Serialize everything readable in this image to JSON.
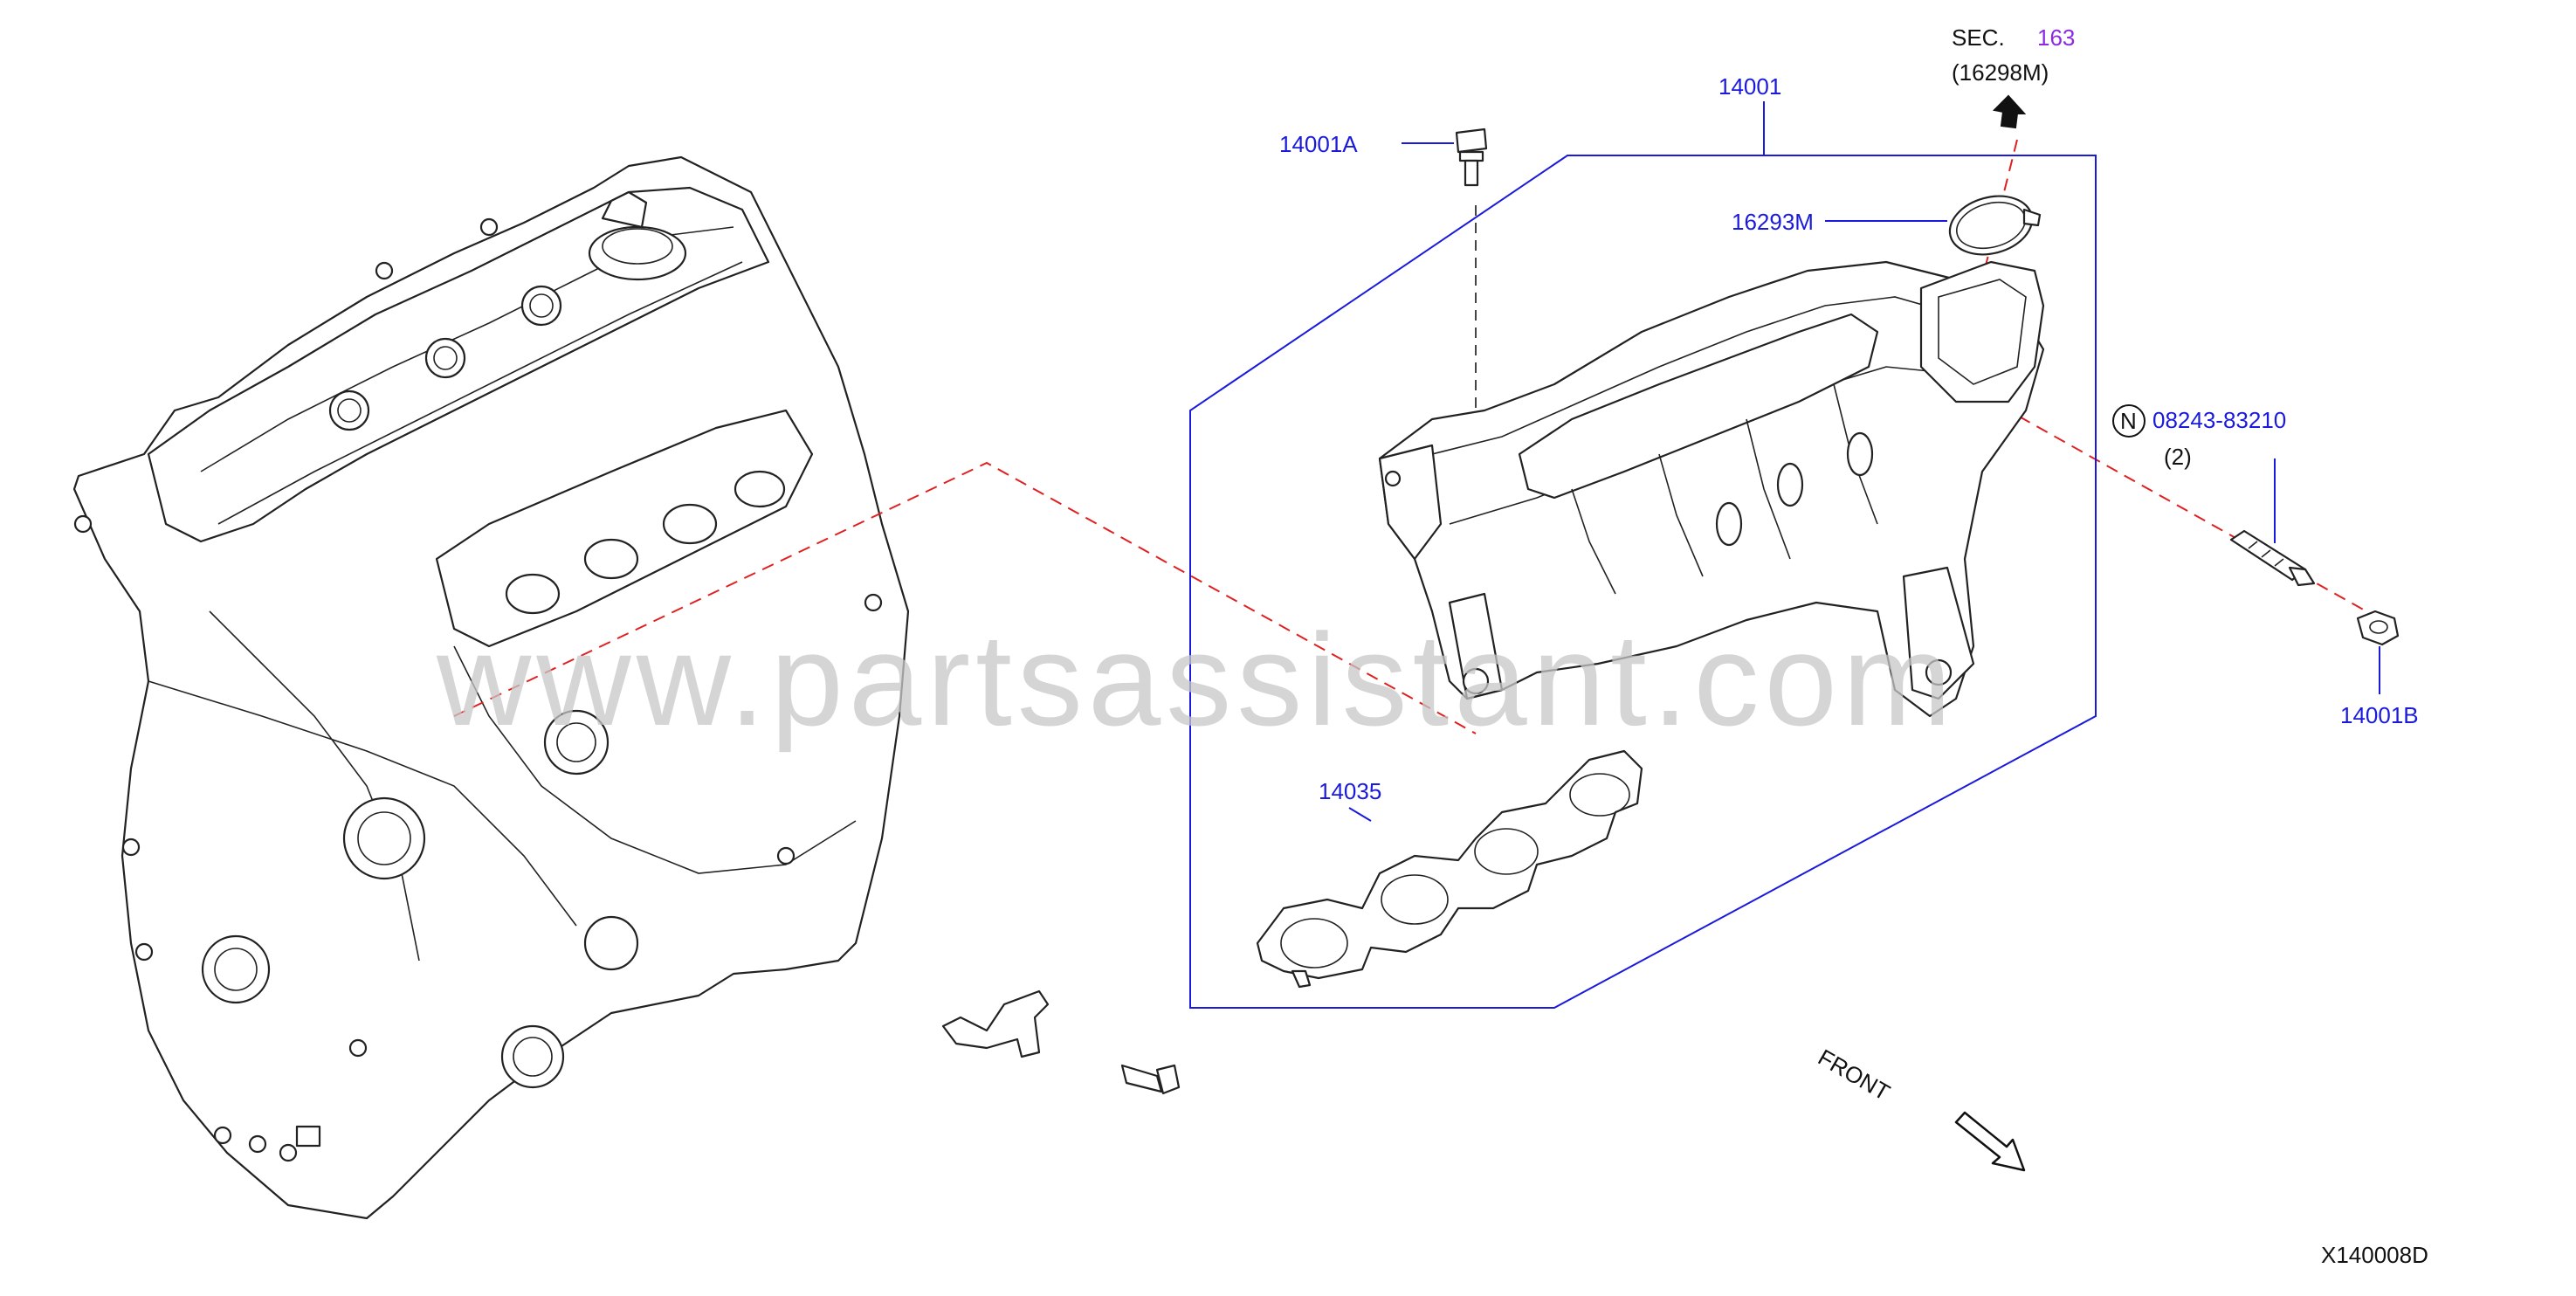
{
  "labels": {
    "p14001": "14001",
    "p14001a": "14001A",
    "p14001b": "14001B",
    "p16293m": "16293M",
    "p14035": "14035",
    "sec_prefix": "SEC.",
    "sec_number": "163",
    "sec_ref": "(16298M)",
    "n_symbol": "N",
    "p08243": "08243-83210",
    "qty": "(2)",
    "front": "FRONT",
    "drawing_id": "X140008D"
  },
  "watermark": "www.partsassistant.com",
  "colors": {
    "part_number": "#1a1adc",
    "section_link": "#8a2be2",
    "centerline": "#e02020",
    "text": "#111111"
  }
}
